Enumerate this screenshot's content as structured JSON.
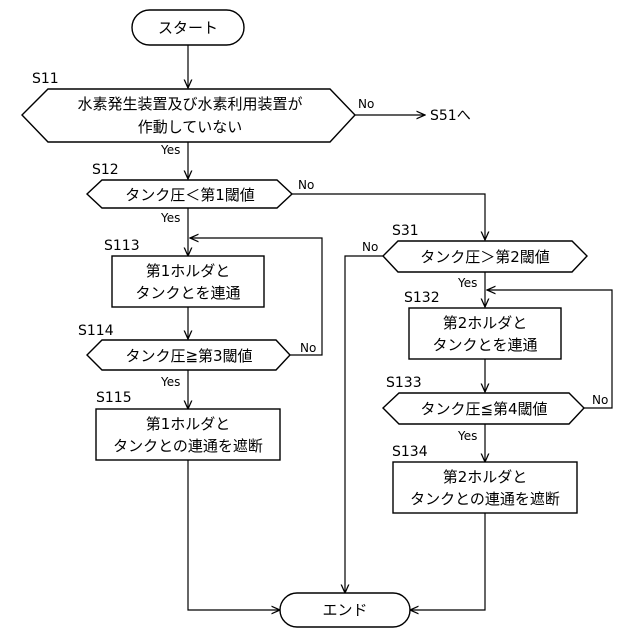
{
  "nodes": {
    "start": {
      "text": "スタート"
    },
    "s11": {
      "step": "S11",
      "line1": "水素発生装置及び水素利用装置が",
      "line2": "作動していない"
    },
    "s12": {
      "step": "S12",
      "text": "タンク圧＜第1閾値"
    },
    "s113": {
      "step": "S113",
      "line1": "第1ホルダと",
      "line2": "タンクとを連通"
    },
    "s114": {
      "step": "S114",
      "text": "タンク圧≧第3閾値"
    },
    "s115": {
      "step": "S115",
      "line1": "第1ホルダと",
      "line2": "タンクとの連通を遮断"
    },
    "s31": {
      "step": "S31",
      "text": "タンク圧＞第2閾値"
    },
    "s132": {
      "step": "S132",
      "line1": "第2ホルダと",
      "line2": "タンクとを連通"
    },
    "s133": {
      "step": "S133",
      "text": "タンク圧≦第4閾値"
    },
    "s134": {
      "step": "S134",
      "line1": "第2ホルダと",
      "line2": "タンクとの連通を遮断"
    },
    "end": {
      "text": "エンド"
    }
  },
  "labels": {
    "s11_no": "No",
    "s11_yes": "Yes",
    "s11_goto": "S51へ",
    "s12_no": "No",
    "s12_yes": "Yes",
    "s114_no": "No",
    "s114_yes": "Yes",
    "s31_no": "No",
    "s31_yes": "Yes",
    "s133_no": "No",
    "s133_yes": "Yes"
  }
}
